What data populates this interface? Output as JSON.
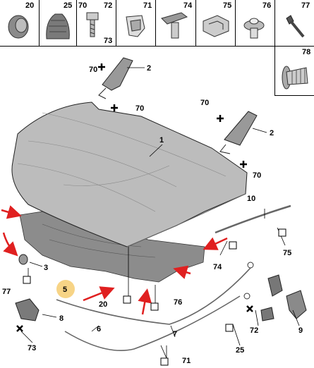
{
  "header_parts": [
    {
      "id": "hp20",
      "number": "20"
    },
    {
      "id": "hp25",
      "number": "25"
    },
    {
      "id": "hp70",
      "number": "70"
    },
    {
      "id": "hp72",
      "number": "72"
    },
    {
      "id": "hp73",
      "number": "73"
    },
    {
      "id": "hp71",
      "number": "71"
    },
    {
      "id": "hp74",
      "number": "74"
    },
    {
      "id": "hp75",
      "number": "75"
    },
    {
      "id": "hp76",
      "number": "76"
    },
    {
      "id": "hp77",
      "number": "77"
    },
    {
      "id": "hp78",
      "number": "78"
    }
  ],
  "callouts": {
    "c1": "1",
    "c2a": "2",
    "c2b": "2",
    "c3": "3",
    "c5": "5",
    "c6": "6",
    "c7": "7",
    "c8": "8",
    "c9": "9",
    "c10": "10",
    "c20": "20",
    "c25": "25",
    "c70a": "70",
    "c70b": "70",
    "c70c": "70",
    "c70d": "70",
    "c71": "71",
    "c72": "72",
    "c73": "73",
    "c74": "74",
    "c75": "75",
    "c76": "76",
    "c77": "77"
  },
  "colors": {
    "highlight": "#f6cf79",
    "arrow": "#e02020",
    "hood": "#b9b9b9",
    "liner": "#8c8c8c"
  }
}
